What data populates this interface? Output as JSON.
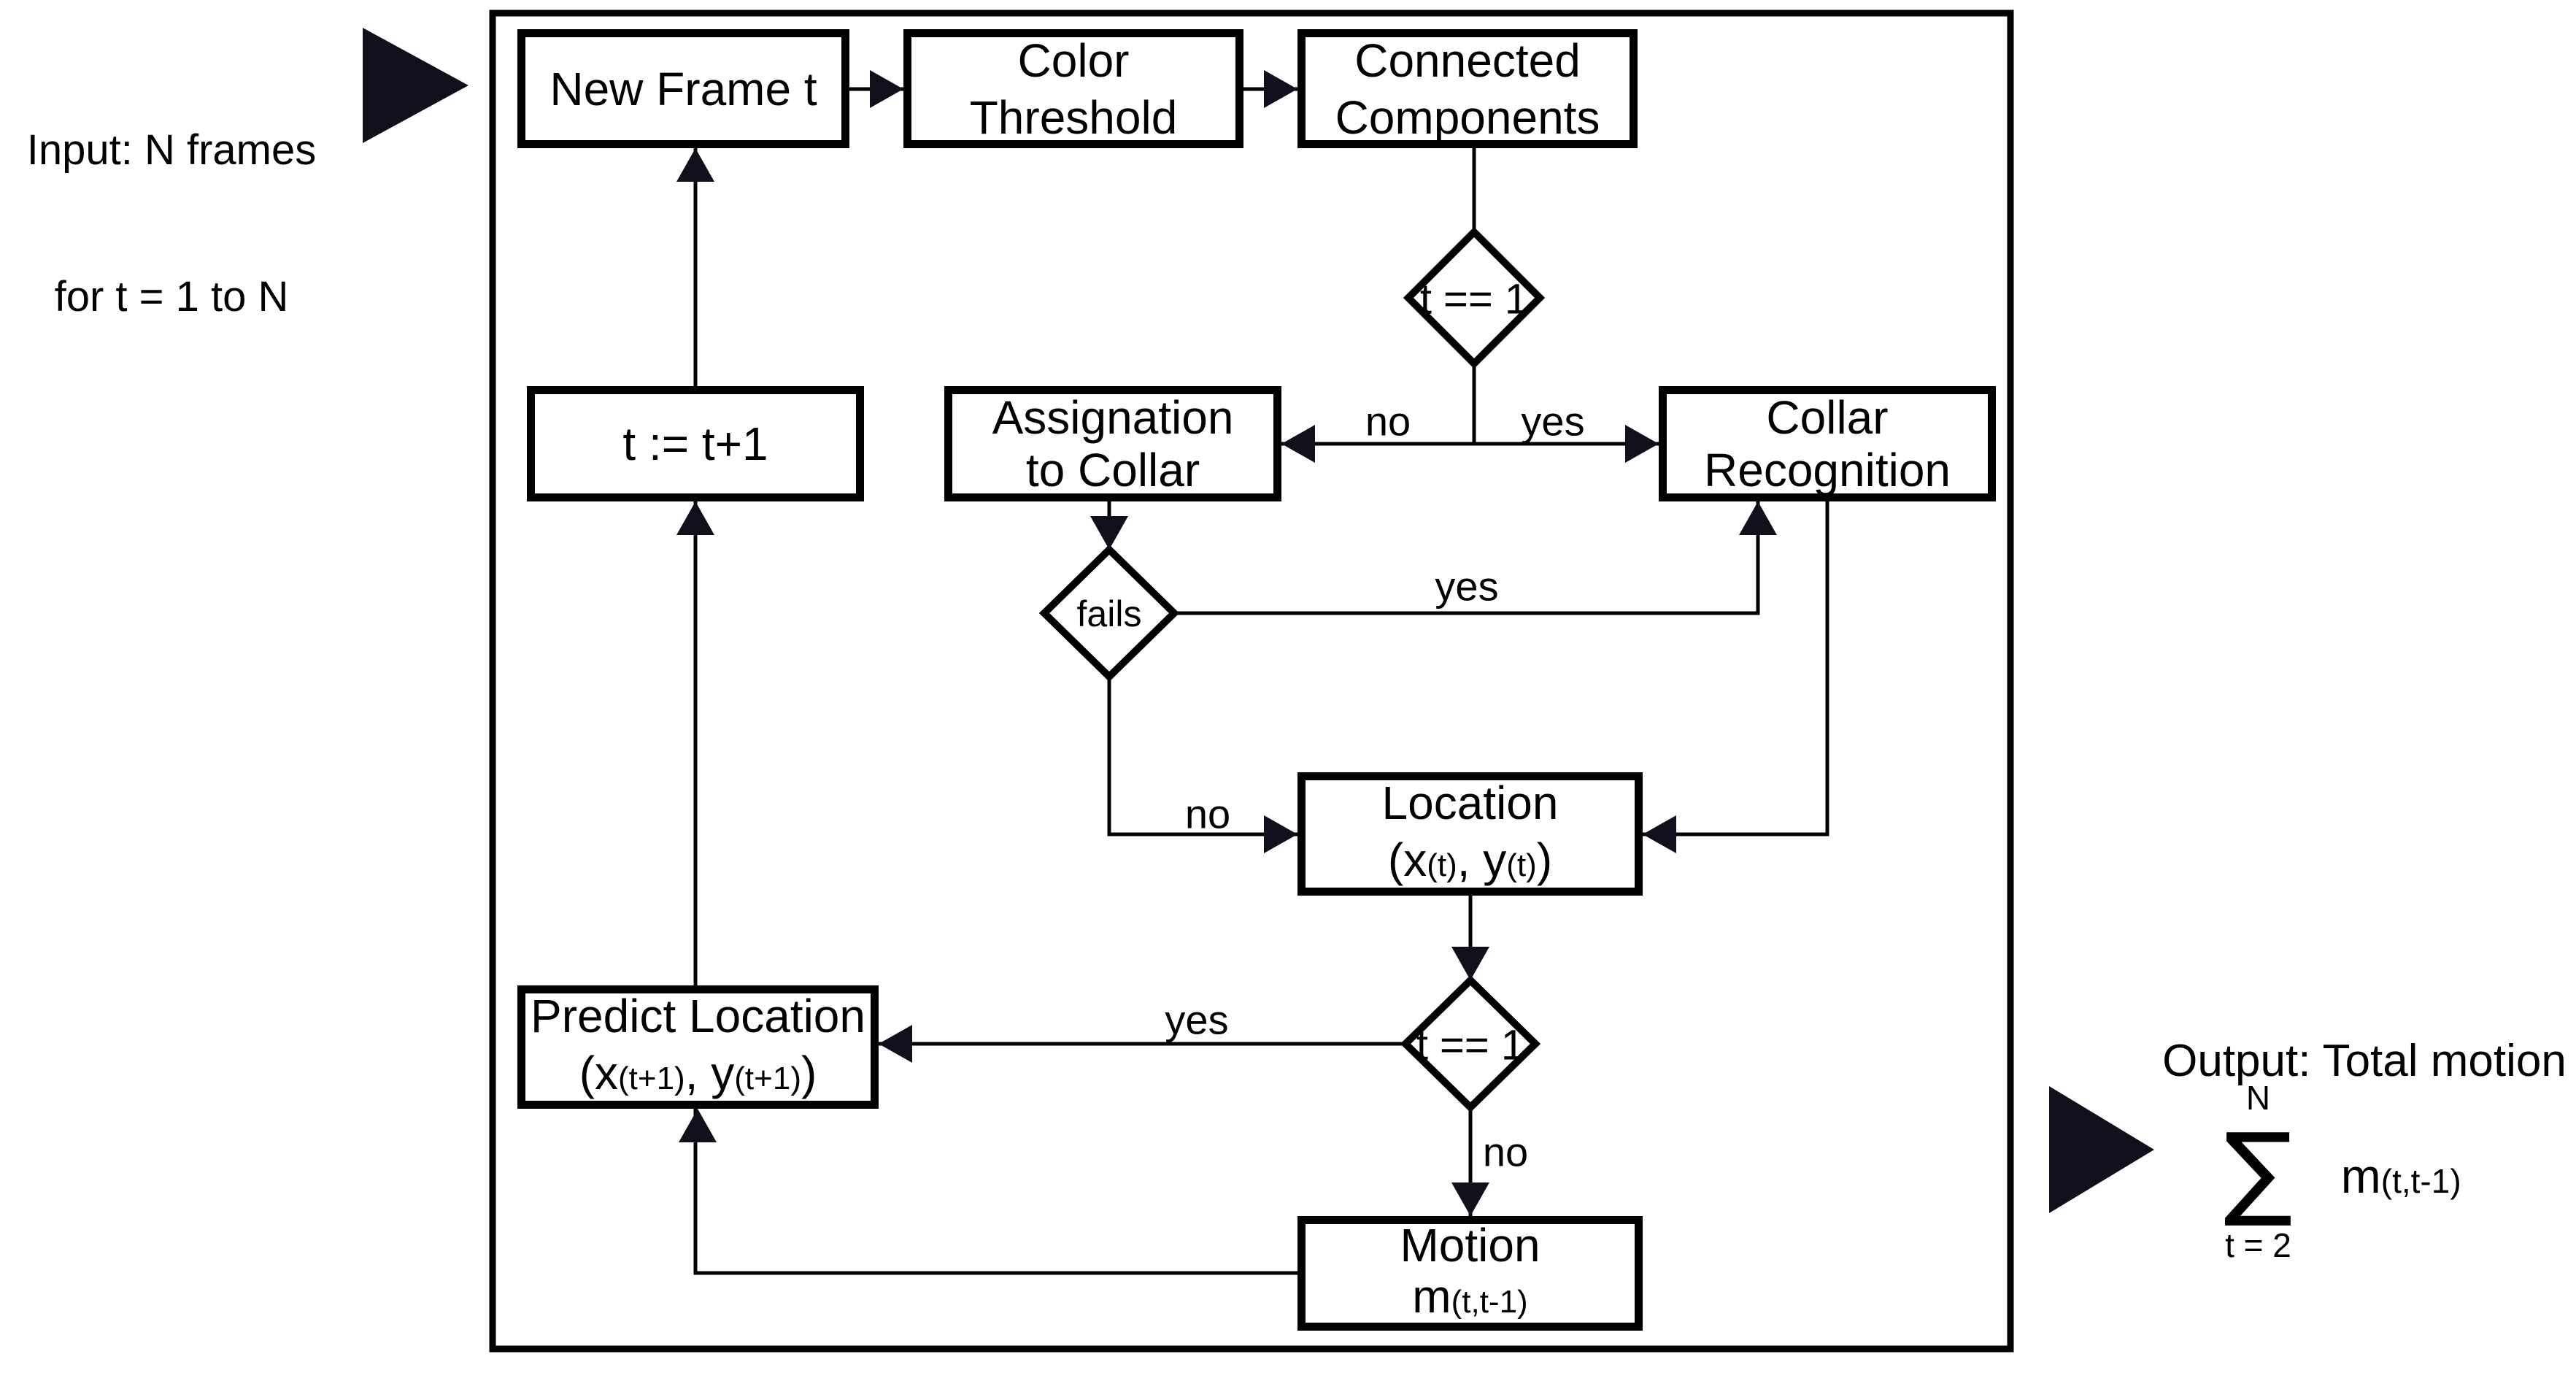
{
  "colors": {
    "ink": "#000000",
    "background": "#ffffff",
    "arrow_fill": "#10101c"
  },
  "input_annotation": {
    "line1": "Input: N frames",
    "line2": "for t = 1 to N"
  },
  "output_annotation": {
    "title": "Output: Total motion",
    "sum_upper_limit": "N",
    "sum_symbol": "∑",
    "sum_lower_limit": "t = 2",
    "term_main": "m",
    "term_sub": "(t,t-1)"
  },
  "nodes": {
    "new_frame": {
      "label": "New Frame t"
    },
    "color_threshold": {
      "line1": "Color",
      "line2": "Threshold"
    },
    "connected_components": {
      "line1": "Connected",
      "line2": "Components"
    },
    "t_increment": {
      "label": "t := t+1"
    },
    "assignation": {
      "line1": "Assignation",
      "line2": "to Collar"
    },
    "collar_recognition": {
      "line1": "Collar",
      "line2": "Recognition"
    },
    "location": {
      "line1": "Location",
      "open": "(x",
      "sub1": "(t)",
      "mid": ", y",
      "sub2": "(t)",
      "close": ")"
    },
    "predict_location": {
      "line1": "Predict Location",
      "open": "(x",
      "sub1": "(t+1)",
      "mid": ", y",
      "sub2": "(t+1)",
      "close": ")"
    },
    "motion": {
      "line1": "Motion",
      "main": "m",
      "sub": "(t,t-1)"
    }
  },
  "decisions": {
    "top_condition": {
      "label": "t == 1"
    },
    "fails": {
      "label": "fails"
    },
    "bottom_condition": {
      "label": "t == 1"
    }
  },
  "edge_labels": {
    "top_no": "no",
    "top_yes": "yes",
    "fails_yes": "yes",
    "fails_no": "no",
    "bottom_yes": "yes",
    "bottom_no": "no"
  }
}
